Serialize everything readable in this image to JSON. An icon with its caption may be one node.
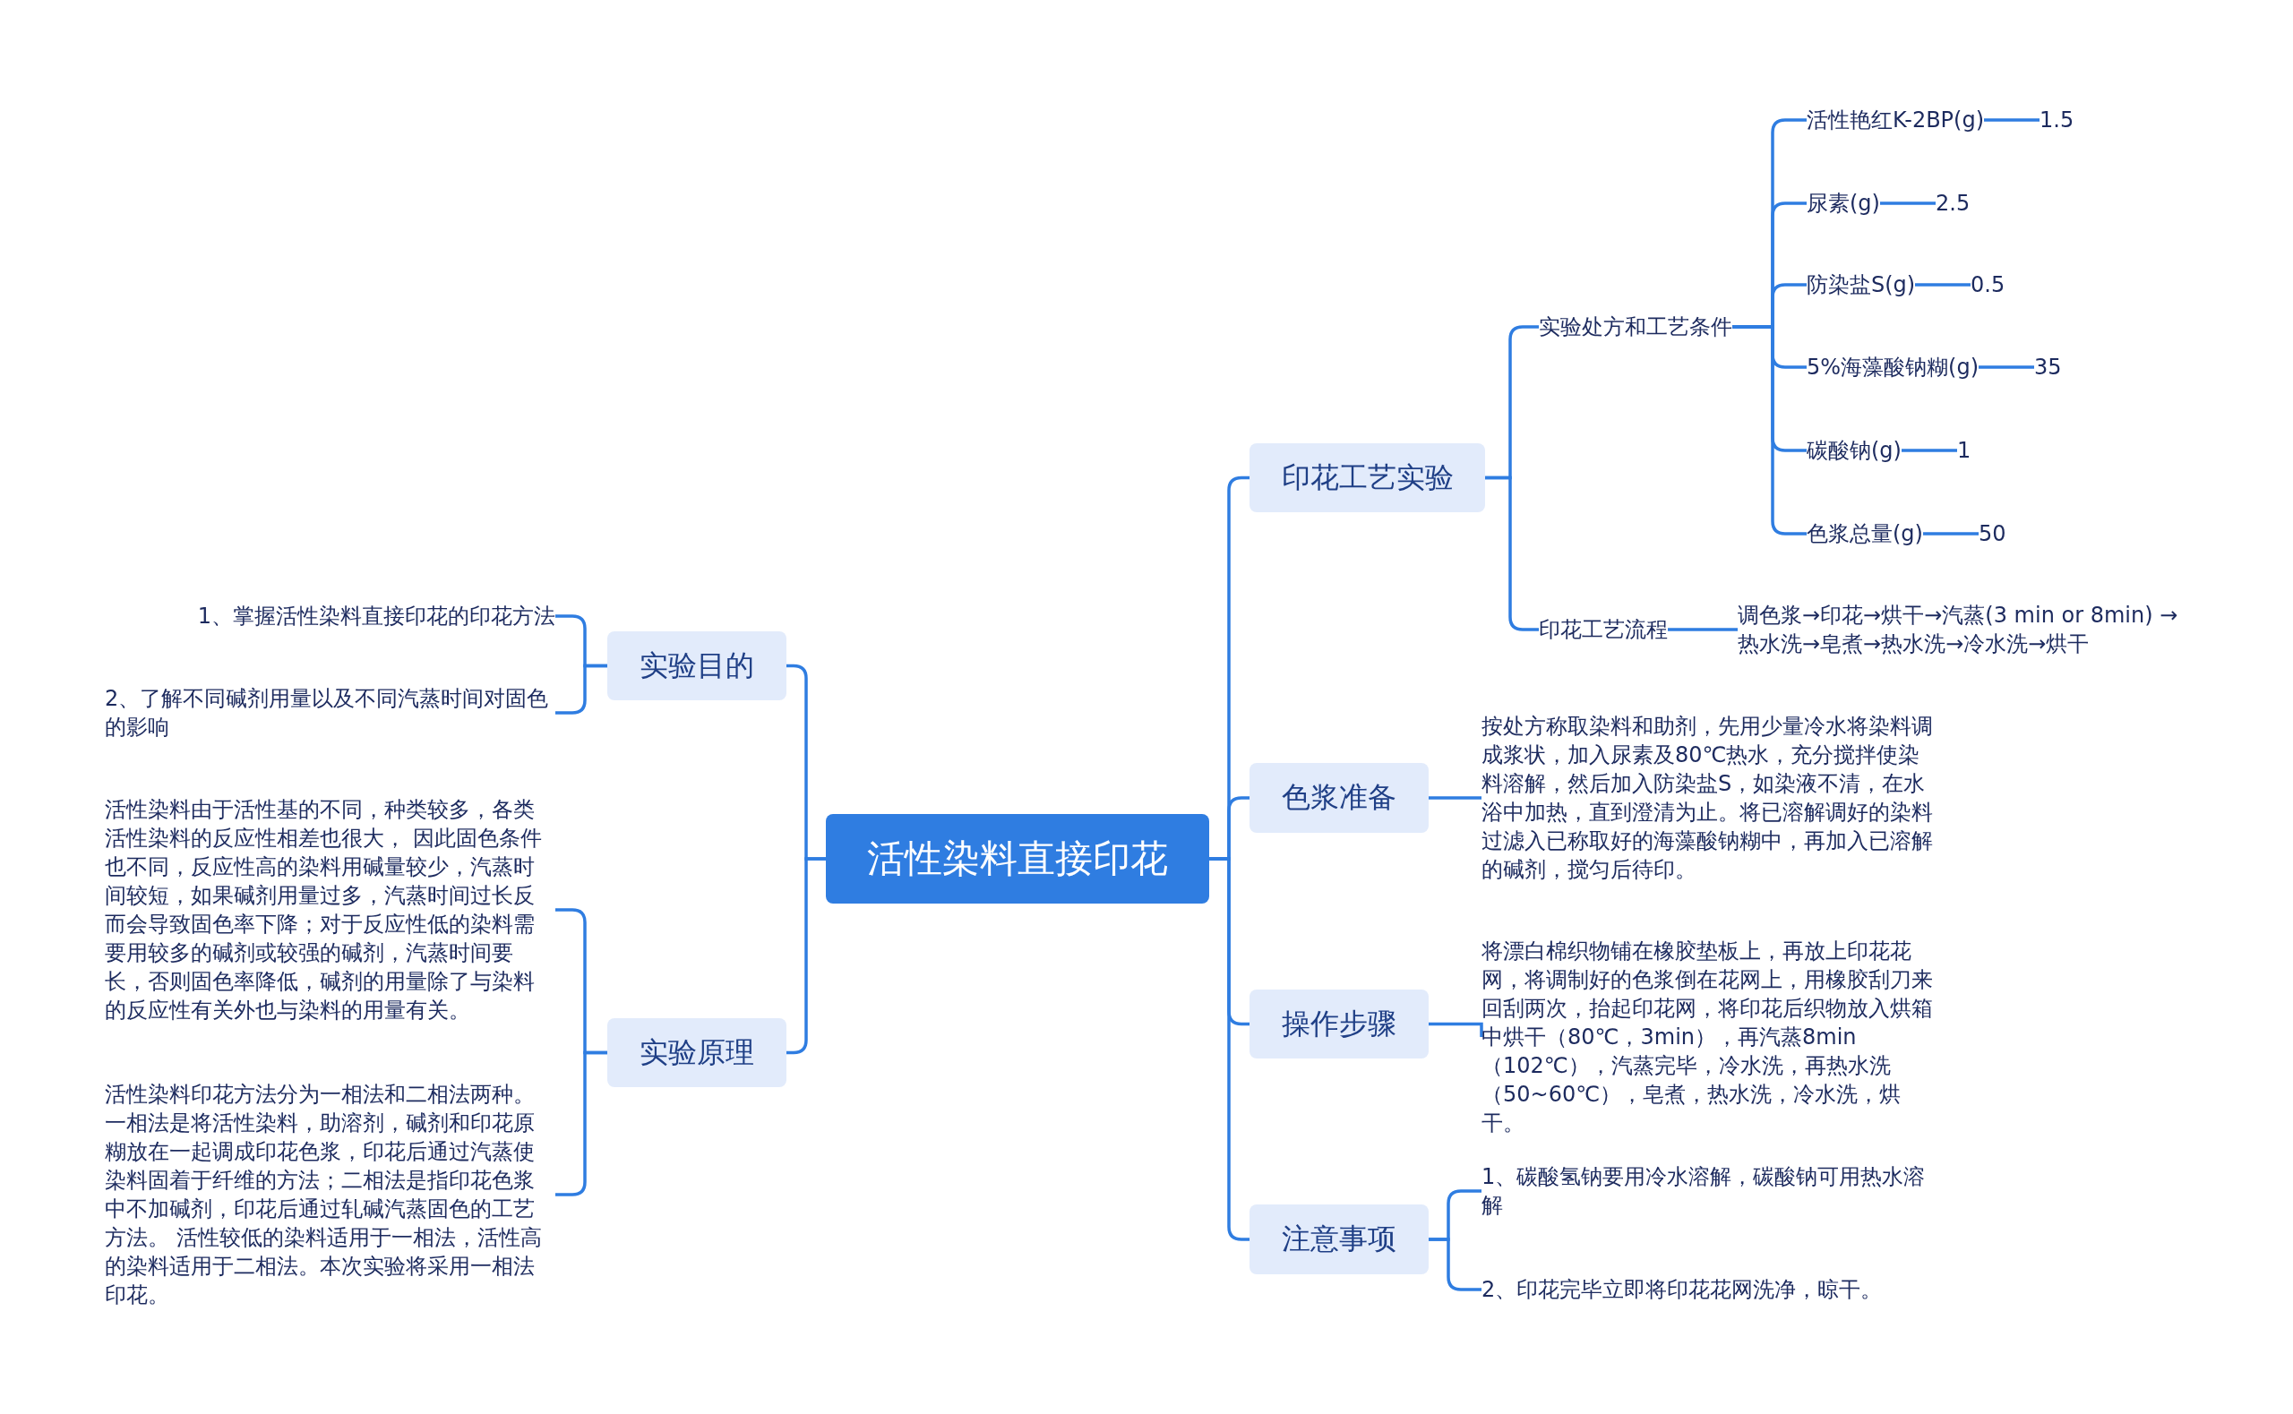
{
  "diagram": {
    "nodes": [
      {
        "text": [
          "活性染料直接印花"
        ]
      },
      {
        "text": [
          "实验目的"
        ]
      },
      {
        "text": [
          "1、掌握活性染料直接印花的印花方法"
        ]
      },
      {
        "text": [
          "2、了解不同碱剂用量以及不同汽蒸时间对固色的影响"
        ]
      },
      {
        "text": [
          "实验原理"
        ]
      },
      {
        "text": [
          "活性染料由于活性基的不同，种类较多，各类活性染料的反应性相差也很大， 因此固色条件也不同，反应性高的染料用碱量较少，汽蒸时间较短，如果碱剂用量过多，汽蒸时间过长反而会导致固色率下降；对于反应性低的染料需要用较多的碱剂或较强的碱剂，汽蒸时间要长，否则固色率降低，碱剂的用量除了与染料的反应性有关外也与染料的用量有关。"
        ]
      },
      {
        "text": [
          "活性染料印花方法分为一相法和二相法两种。一相法是将活性染料，助溶剂，碱剂和印花原糊放在一起调成印花色浆，印花后通过汽蒸使染料固着于纤维的方法；二相法是指印花色浆中不加碱剂，印花后通过轧碱汽蒸固色的工艺方法。 活性较低的染料适用于一相法，活性高的染料适用于二相法。本次实验将采用一相法印花。"
        ]
      },
      {
        "text": [
          "印花工艺实验"
        ]
      },
      {
        "text": [
          "实验处方和工艺条件"
        ]
      },
      {
        "text": [
          "活性艳红K-2BP(g)"
        ]
      },
      {
        "text": [
          "1.5"
        ]
      },
      {
        "text": [
          "尿素(g)"
        ]
      },
      {
        "text": [
          "2.5"
        ]
      },
      {
        "text": [
          "防染盐S(g)"
        ]
      },
      {
        "text": [
          "0.5"
        ]
      },
      {
        "text": [
          "5%海藻酸钠糊(g)"
        ]
      },
      {
        "text": [
          "35"
        ]
      },
      {
        "text": [
          "碳酸钠(g)"
        ]
      },
      {
        "text": [
          "1"
        ]
      },
      {
        "text": [
          "色浆总量(g)"
        ]
      },
      {
        "text": [
          "50"
        ]
      },
      {
        "text": [
          "印花工艺流程"
        ]
      },
      {
        "text": [
          "调色浆→印花→烘干→汽蒸(3 min or 8min) →热水洗→皂煮→热水洗→冷水洗→烘干"
        ]
      },
      {
        "text": [
          "色浆准备"
        ]
      },
      {
        "text": [
          "按处方称取染料和助剂，先用少量冷水将染料调成浆状，加入尿素及80℃热水，充分搅拌使染料溶解，然后加入防染盐S，如染液不清，在水浴中加热，直到澄清为止。将已溶解调好的染料过滤入已称取好的海藻酸钠糊中，再加入已溶解的碱剂，搅匀后待印。"
        ]
      },
      {
        "text": [
          "操作步骤"
        ]
      },
      {
        "text": [
          "将漂白棉织物铺在橡胶垫板上，再放上印花花网，将调制好的色浆倒在花网上，用橡胶刮刀来回刮两次，抬起印花网，将印花后织物放入烘箱中烘干（80℃，3min），再汽蒸8min（102℃），汽蒸完毕，冷水洗，再热水洗（50~60℃），皂煮，热水洗，冷水洗，烘干。"
        ]
      },
      {
        "text": [
          "注意事项"
        ]
      },
      {
        "text": [
          "1、碳酸氢钠要用冷水溶解，碳酸钠可用热水溶解"
        ]
      },
      {
        "text": [
          "2、印花完毕立即将印花花网洗净，晾干。"
        ]
      }
    ],
    "edges": [
      {
        "from": 0,
        "to": 1,
        "arrow": "none"
      },
      {
        "from": 1,
        "to": 2,
        "arrow": "none"
      },
      {
        "from": 1,
        "to": 3,
        "arrow": "none"
      },
      {
        "from": 0,
        "to": 4,
        "arrow": "none"
      },
      {
        "from": 4,
        "to": 5,
        "arrow": "none"
      },
      {
        "from": 4,
        "to": 6,
        "arrow": "none"
      },
      {
        "from": 0,
        "to": 7,
        "arrow": "none"
      },
      {
        "from": 7,
        "to": 8,
        "arrow": "none"
      },
      {
        "from": 8,
        "to": 9,
        "arrow": "none"
      },
      {
        "from": 9,
        "to": 10,
        "arrow": "none"
      },
      {
        "from": 8,
        "to": 11,
        "arrow": "none"
      },
      {
        "from": 11,
        "to": 12,
        "arrow": "none"
      },
      {
        "from": 8,
        "to": 13,
        "arrow": "none"
      },
      {
        "from": 13,
        "to": 14,
        "arrow": "none"
      },
      {
        "from": 8,
        "to": 15,
        "arrow": "none"
      },
      {
        "from": 15,
        "to": 16,
        "arrow": "none"
      },
      {
        "from": 8,
        "to": 17,
        "arrow": "none"
      },
      {
        "from": 17,
        "to": 18,
        "arrow": "none"
      },
      {
        "from": 8,
        "to": 19,
        "arrow": "none"
      },
      {
        "from": 19,
        "to": 20,
        "arrow": "none"
      },
      {
        "from": 7,
        "to": 21,
        "arrow": "none"
      },
      {
        "from": 21,
        "to": 22,
        "arrow": "none"
      },
      {
        "from": 0,
        "to": 23,
        "arrow": "none"
      },
      {
        "from": 23,
        "to": 24,
        "arrow": "none"
      },
      {
        "from": 0,
        "to": 25,
        "arrow": "none"
      },
      {
        "from": 25,
        "to": 26,
        "arrow": "none"
      },
      {
        "from": 0,
        "to": 27,
        "arrow": "none"
      },
      {
        "from": 27,
        "to": 28,
        "arrow": "none"
      },
      {
        "from": 27,
        "to": 29,
        "arrow": "none"
      }
    ]
  }
}
